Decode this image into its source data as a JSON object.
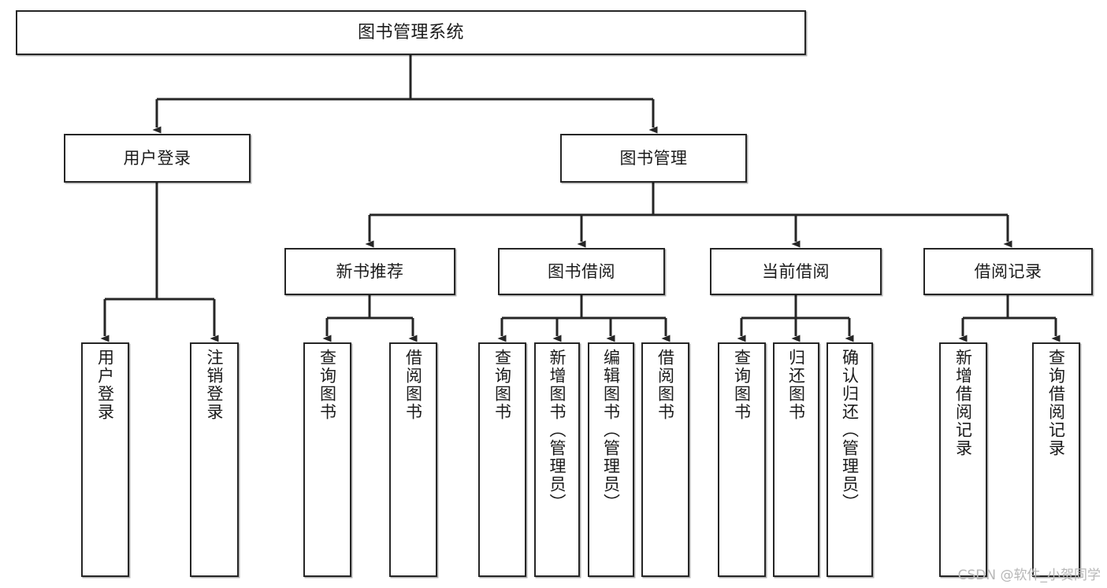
{
  "diagram": {
    "type": "tree",
    "title": "图书管理系统",
    "orientation": "top-down",
    "colors": {
      "box_border": "#262626",
      "box_fill": "#ffffff",
      "connector": "#262626",
      "text": "#1b1b1b",
      "watermark": "#b7b7b7",
      "background": "#ffffff"
    }
  },
  "root": {
    "label": "图书管理系统"
  },
  "level2": [
    {
      "label": "用户登录"
    },
    {
      "label": "图书管理"
    }
  ],
  "level3": [
    {
      "label": "新书推荐"
    },
    {
      "label": "图书借阅"
    },
    {
      "label": "当前借阅"
    },
    {
      "label": "借阅记录"
    }
  ],
  "leaves": {
    "user_login": [
      {
        "label": "用户登录"
      },
      {
        "label": "注销登录"
      }
    ],
    "new_book_recommend": [
      {
        "label": "查询图书"
      },
      {
        "label": "借阅图书"
      }
    ],
    "book_borrow": [
      {
        "label": "查询图书"
      },
      {
        "label": "新增图书（管理员）"
      },
      {
        "label": "编辑图书（管理员）"
      },
      {
        "label": "借阅图书"
      }
    ],
    "current_borrow": [
      {
        "label": "查询图书"
      },
      {
        "label": "归还图书"
      },
      {
        "label": "确认归还（管理员）"
      }
    ],
    "borrow_record": [
      {
        "label": "新增借阅记录"
      },
      {
        "label": "查询借阅记录"
      }
    ]
  },
  "watermark": {
    "text": "CSDN @软件_小贺同学"
  }
}
